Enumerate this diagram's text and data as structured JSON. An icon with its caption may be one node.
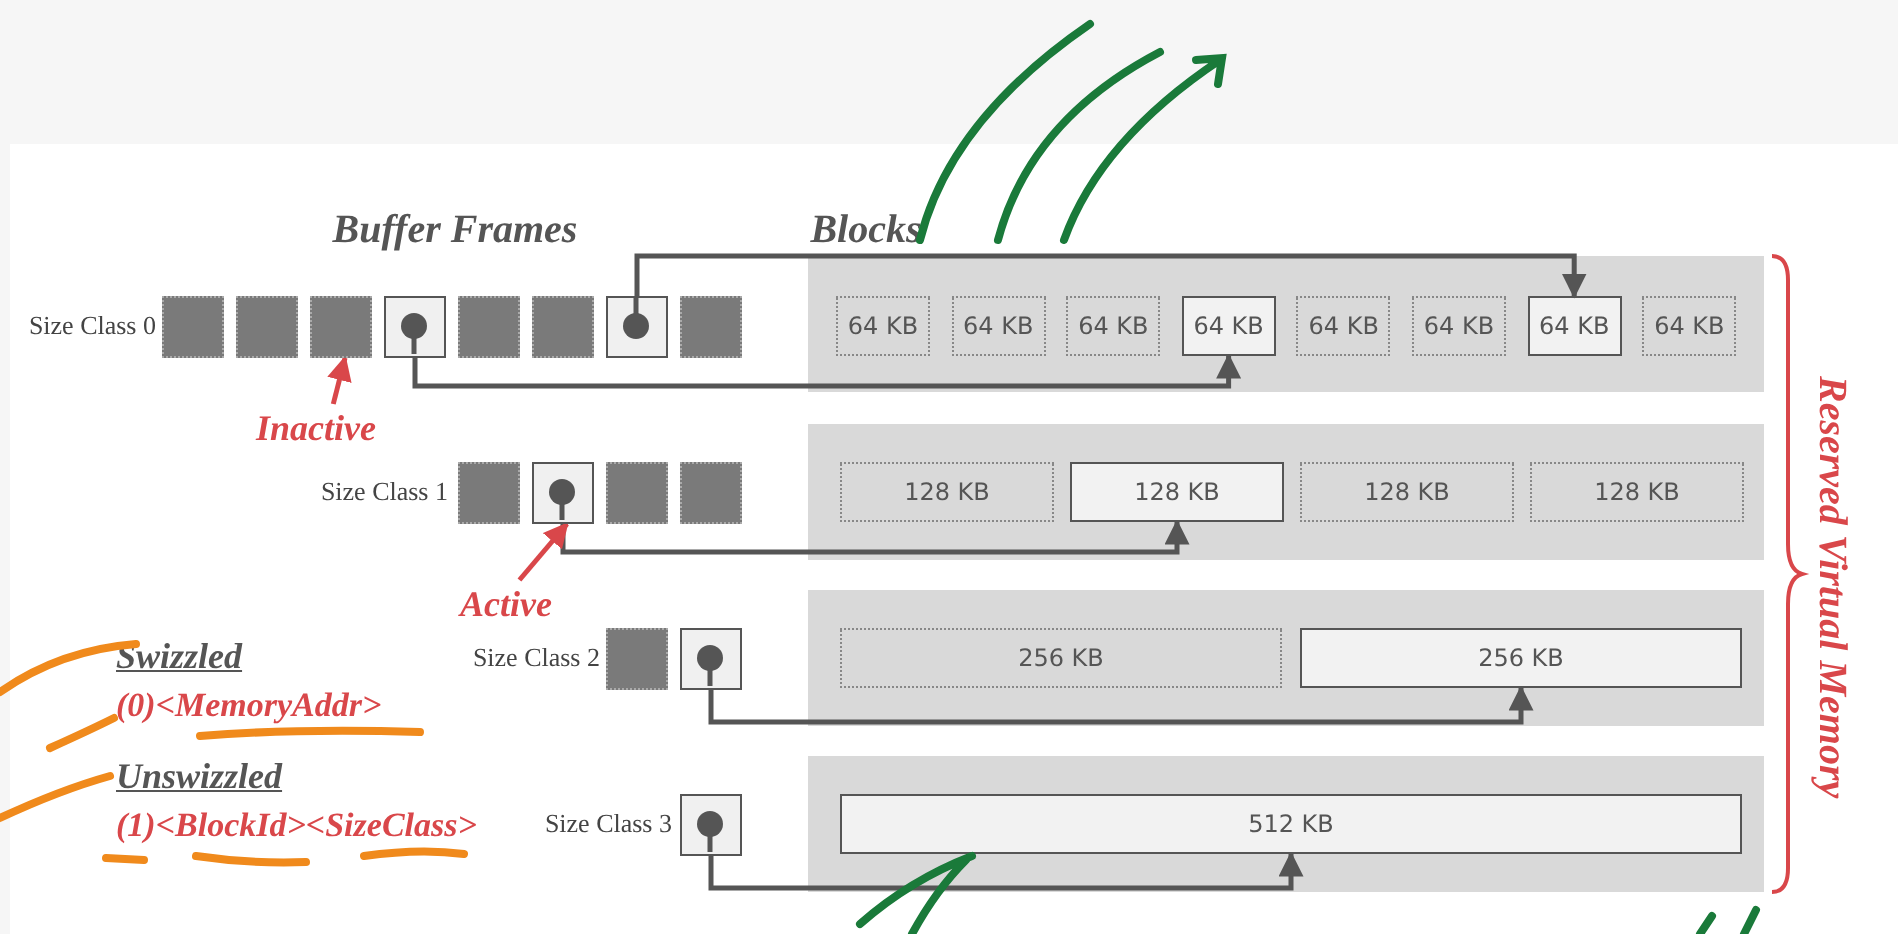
{
  "diagram": {
    "nodes": [
      {
        "text": [],
        "shape": "box"
      },
      {
        "text": [
          "64 KB"
        ],
        "in": 0
      },
      {
        "text": [
          "64 KB"
        ],
        "in": 0
      },
      {
        "text": [
          "64 KB"
        ],
        "in": 0
      },
      {
        "text": [
          "64 KB"
        ],
        "in": 0
      },
      {
        "text": [
          "64 KB"
        ],
        "in": 0
      },
      {
        "text": [
          "64 KB"
        ],
        "in": 0
      },
      {
        "text": [
          "64 KB"
        ],
        "in": 0
      },
      {
        "text": [
          "64 KB"
        ],
        "in": 0
      },
      {
        "text": [],
        "shape": "box"
      },
      {
        "text": [
          "128 KB"
        ],
        "in": 9
      },
      {
        "text": [
          "128 KB"
        ],
        "in": 9
      },
      {
        "text": [
          "128 KB"
        ],
        "in": 9
      },
      {
        "text": [
          "128 KB"
        ],
        "in": 9
      },
      {
        "text": [],
        "shape": "box"
      },
      {
        "text": [
          "256 KB"
        ],
        "in": 14
      },
      {
        "text": [
          "256 KB"
        ],
        "in": 14
      },
      {
        "text": [],
        "shape": "box"
      },
      {
        "text": [
          "512 KB"
        ],
        "in": 17
      },
      {
        "text": [],
        "shape": "box"
      },
      {
        "text": [],
        "shape": "box"
      },
      {
        "text": [],
        "shape": "box"
      },
      {
        "text": [],
        "shape": "box"
      },
      {
        "text": [],
        "shape": "box"
      },
      {
        "text": [],
        "shape": "box"
      },
      {
        "text": [],
        "shape": "box"
      },
      {
        "text": [],
        "shape": "box"
      },
      {
        "text": [],
        "shape": "box"
      },
      {
        "text": [],
        "shape": "box"
      },
      {
        "text": [],
        "shape": "box"
      },
      {
        "text": [],
        "shape": "box"
      },
      {
        "text": [],
        "shape": "box"
      },
      {
        "text": [],
        "shape": "box"
      },
      {
        "text": [],
        "shape": "box"
      },
      {
        "text": [
          "Inactive"
        ]
      },
      {
        "text": [
          "Active"
        ]
      }
    ],
    "edges": [
      {
        "from": 22,
        "to": 4,
        "arrow": "to"
      },
      {
        "from": 25,
        "to": 7,
        "arrow": "to"
      },
      {
        "from": 28,
        "to": 11,
        "arrow": "to"
      },
      {
        "from": 32,
        "to": 16,
        "arrow": "to"
      },
      {
        "from": 33,
        "to": 18,
        "arrow": "to"
      },
      {
        "from": 34,
        "to": 21,
        "arrow": "to",
        "color": "#d9474a"
      },
      {
        "from": 35,
        "to": 28,
        "arrow": "to",
        "color": "#d9474a"
      }
    ],
    "labels": [
      "Buffer Frames",
      "Blocks",
      "Size Class 0",
      "Size Class 1",
      "Size Class 2",
      "Size Class 3",
      "Reserved Virtual Memory",
      "Swizzled",
      "(0)<MemoryAddr>",
      "Unswizzled",
      "(1)<BlockId><SizeClass>"
    ]
  }
}
